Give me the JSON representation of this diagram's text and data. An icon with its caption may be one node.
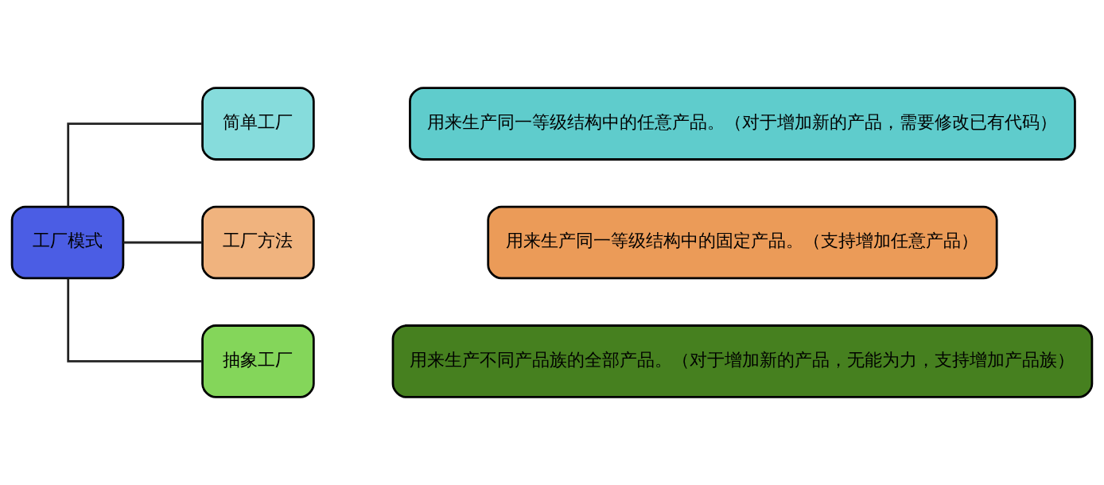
{
  "diagram": {
    "nodes": [
      {
        "text": [
          "工厂模式"
        ]
      },
      {
        "text": [
          "简单工厂"
        ]
      },
      {
        "text": [
          "用来生产同一等级结构中的任意产品。（对于增加新的产品，需要修改已有代码）"
        ]
      },
      {
        "text": [
          "工厂方法"
        ]
      },
      {
        "text": [
          "用来生产同一等级结构中的固定产品。（支持增加任意产品）"
        ]
      },
      {
        "text": [
          "抽象工厂"
        ]
      },
      {
        "text": [
          "用来生产不同产品族的全部产品。（对于增加新的产品，无能为力，支持增加产品族）"
        ]
      }
    ],
    "edges": [
      {
        "from": 0,
        "to": 1,
        "arrow": "none"
      },
      {
        "from": 0,
        "to": 3,
        "arrow": "none"
      },
      {
        "from": 0,
        "to": 5,
        "arrow": "none"
      }
    ]
  }
}
